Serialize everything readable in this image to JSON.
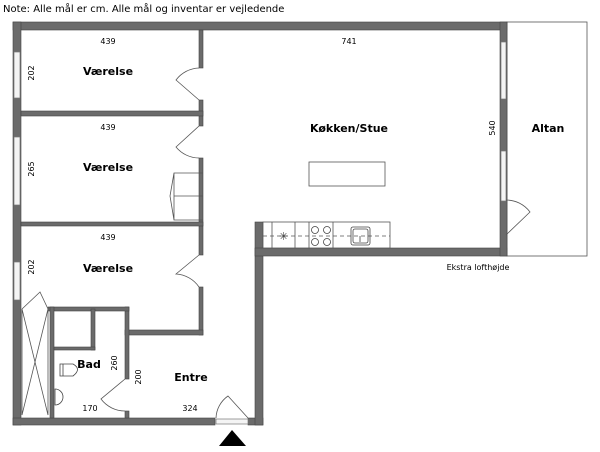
{
  "note": "Note: Alle mål er cm. Alle mål og inventar er vejledende",
  "rooms": {
    "room1": {
      "label": "Værelse",
      "width": "439",
      "depth": "202"
    },
    "room2": {
      "label": "Værelse",
      "width": "439",
      "depth": "265"
    },
    "room3": {
      "label": "Værelse",
      "width": "439",
      "depth": "202"
    },
    "kitchen": {
      "label": "Køkken/Stue",
      "width": "741",
      "depth": "540"
    },
    "balcony": {
      "label": "Altan"
    },
    "bath": {
      "label": "Bad",
      "width": "170",
      "depth": "260"
    },
    "entry": {
      "label": "Entre",
      "width": "324",
      "depth": "200"
    }
  },
  "annotations": {
    "ceiling": "Ekstra lofthøjde"
  },
  "colors": {
    "wall": "#6b6b6b",
    "line": "#555555"
  }
}
